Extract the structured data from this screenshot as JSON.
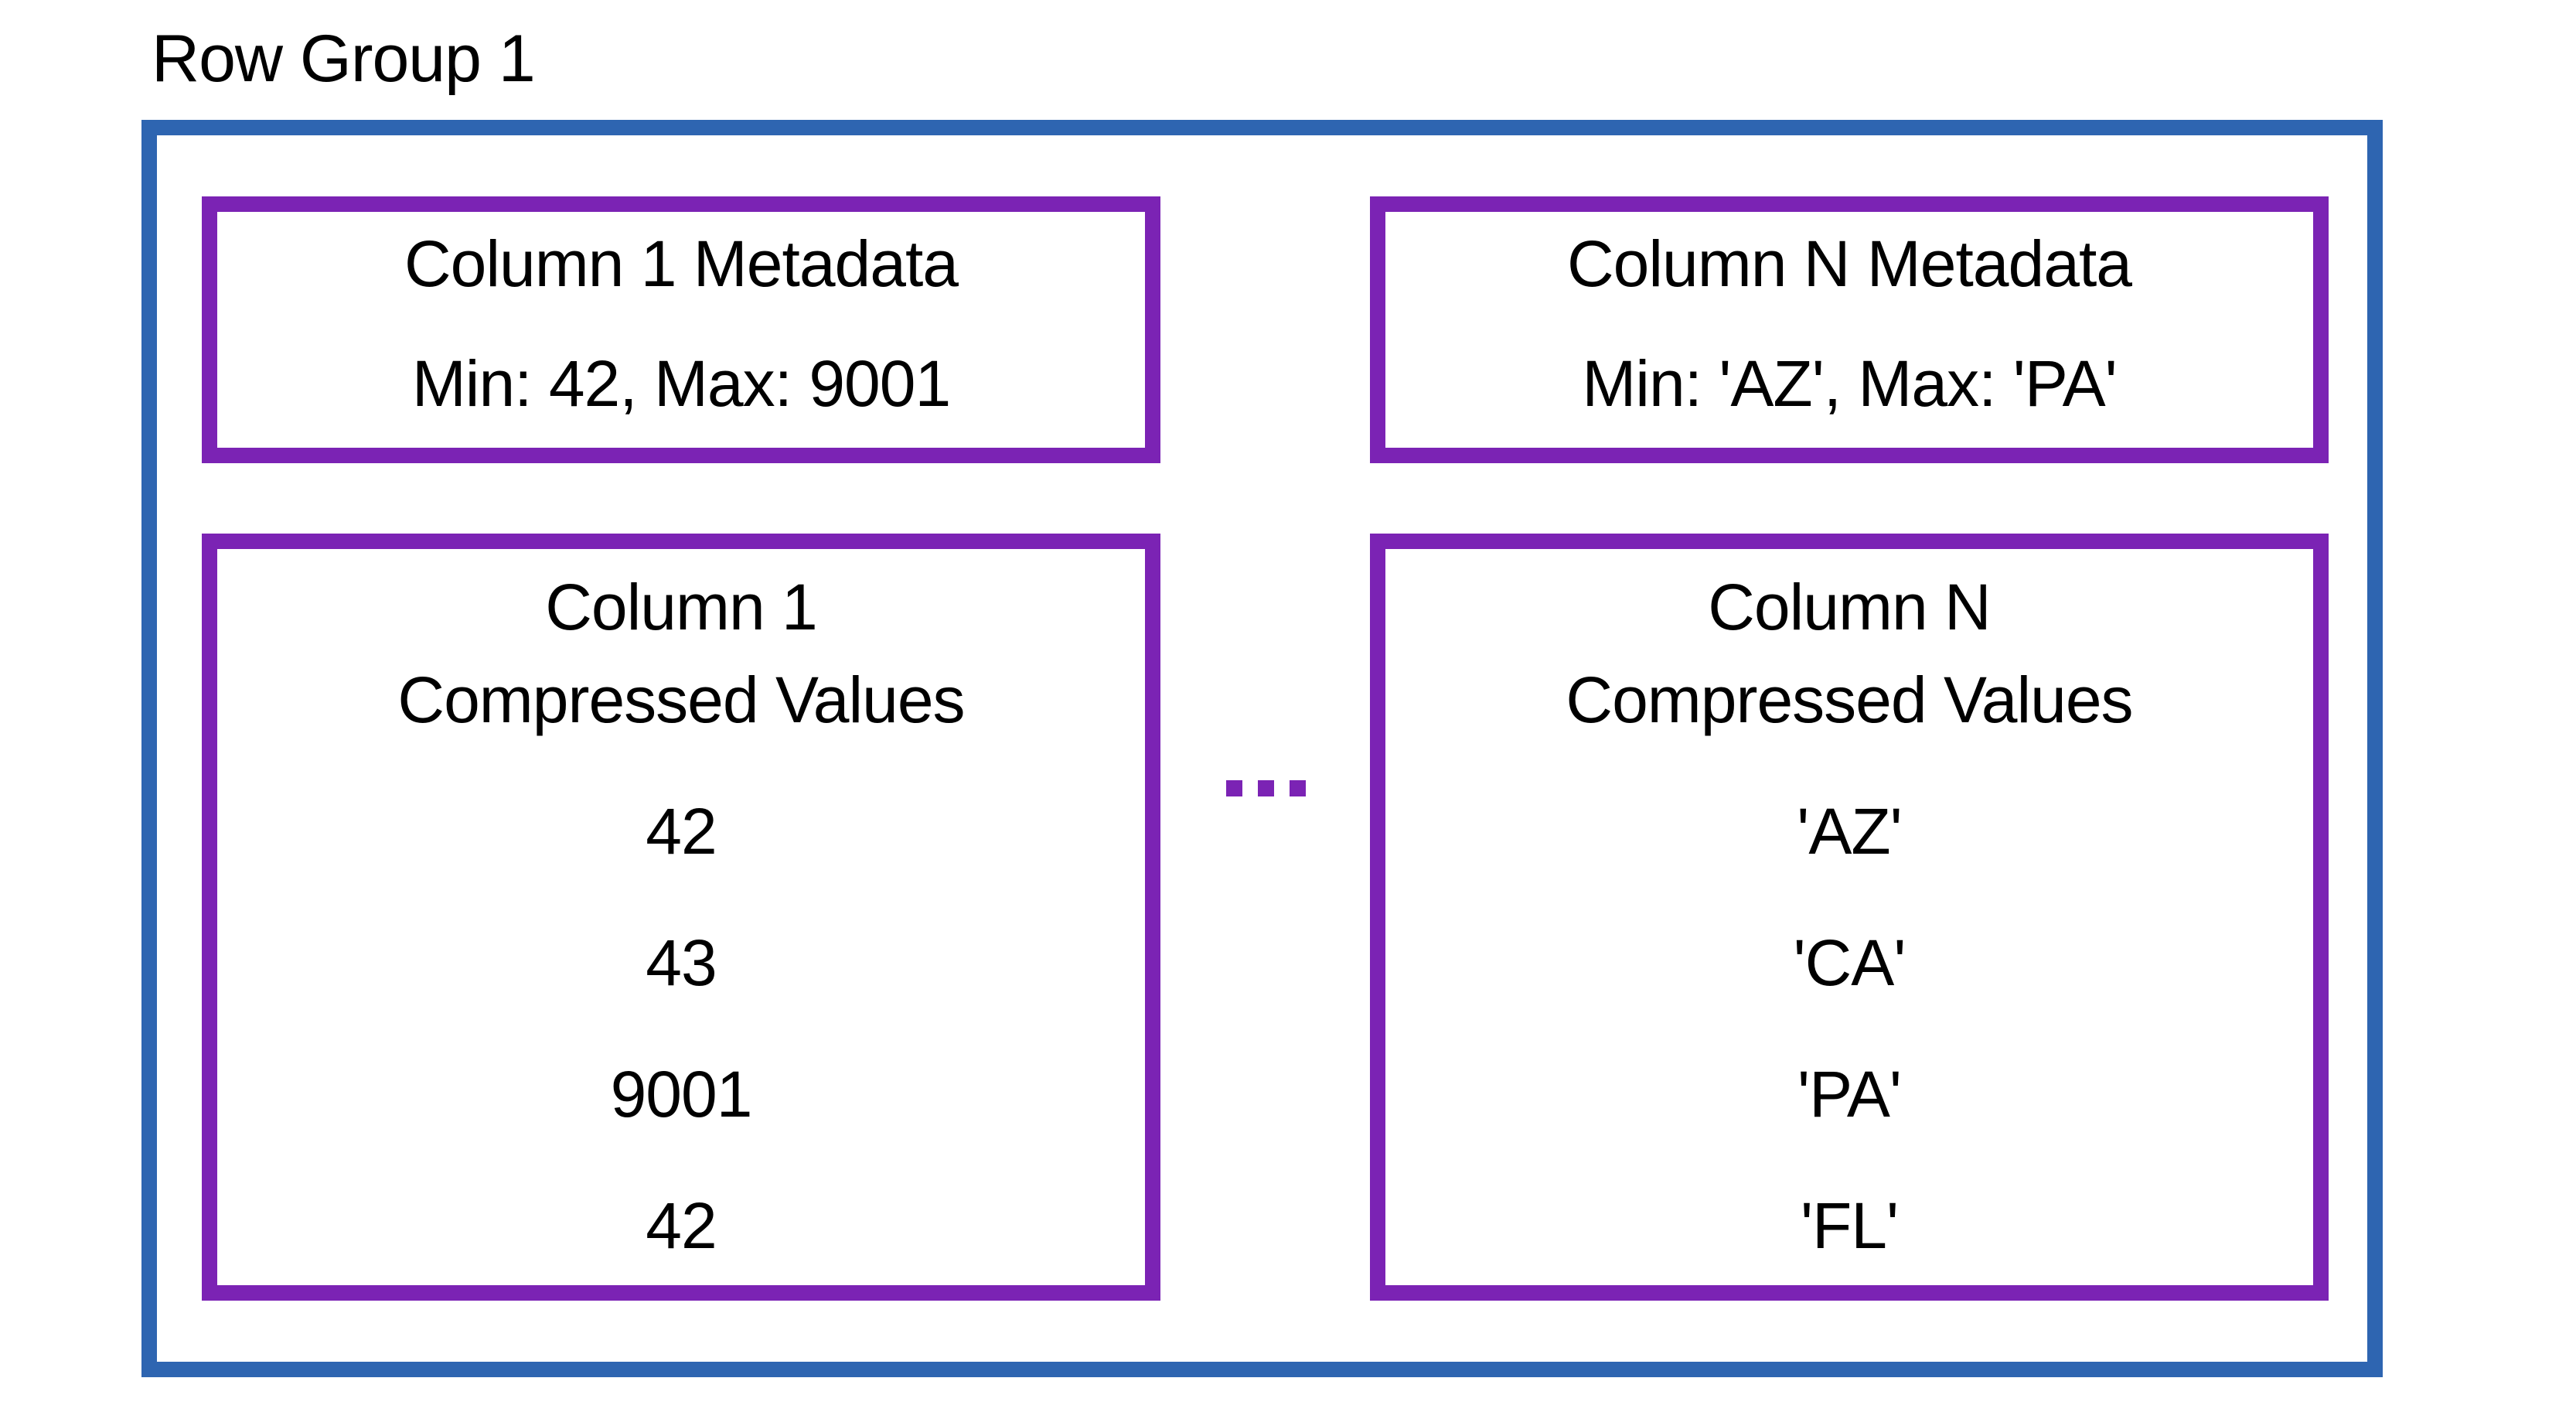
{
  "diagram": {
    "title": "Row Group 1",
    "ellipsis": "...",
    "colors": {
      "outer_border": "#2E65B1",
      "inner_border": "#7B23B4",
      "text": "#000000",
      "background": "#FFFFFF"
    },
    "columns": [
      {
        "metadata": {
          "line1": "Column 1 Metadata",
          "line2": "Min: 42, Max: 9001"
        },
        "values": {
          "header_line1": "Column 1",
          "header_line2": "Compressed Values",
          "items": [
            "42",
            "43",
            "9001",
            "42"
          ]
        }
      },
      {
        "metadata": {
          "line1": "Column N Metadata",
          "line2": "Min: 'AZ', Max: 'PA'"
        },
        "values": {
          "header_line1": "Column N",
          "header_line2": "Compressed Values",
          "items": [
            "'AZ'",
            "'CA'",
            "'PA'",
            "'FL'"
          ]
        }
      }
    ]
  }
}
